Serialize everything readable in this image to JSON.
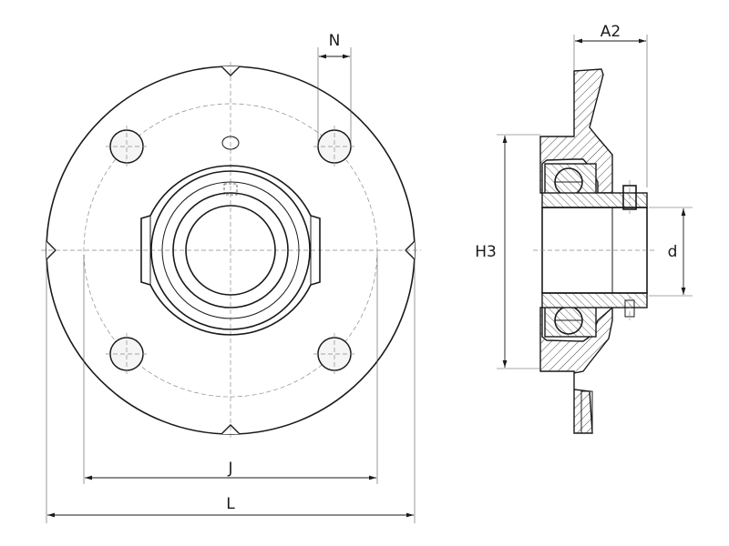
{
  "diagram": {
    "labels": {
      "N": "N",
      "A2": "A2",
      "H3": "H3",
      "d": "d",
      "J": "J",
      "L": "L"
    }
  }
}
